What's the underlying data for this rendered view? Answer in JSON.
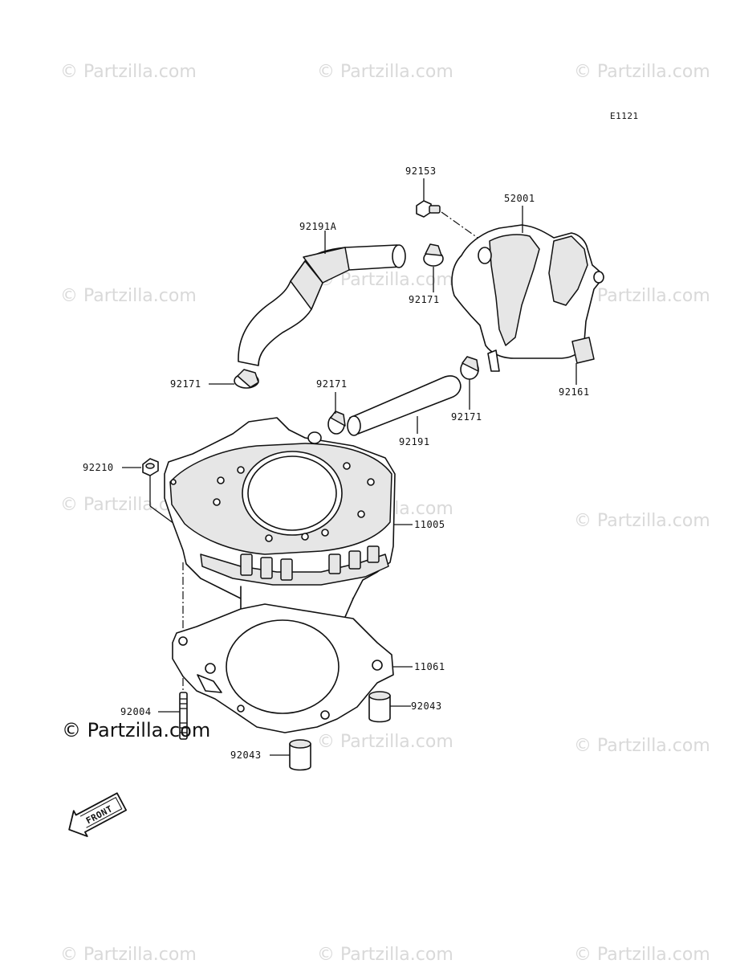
{
  "diagram_code": "E1121",
  "watermark_text": "© Partzilla.com",
  "brand_watermark": "© Partzilla.com",
  "front_label": "FRONT",
  "parts": {
    "p92153": "92153",
    "p52001": "52001",
    "p92191A": "92191A",
    "p92171_a": "92171",
    "p92171_b": "92171",
    "p92171_c": "92171",
    "p92171_d": "92171",
    "p92161": "92161",
    "p92191": "92191",
    "p92210": "92210",
    "p11005": "11005",
    "p11061": "11061",
    "p92004": "92004",
    "p92043_a": "92043",
    "p92043_b": "92043"
  }
}
